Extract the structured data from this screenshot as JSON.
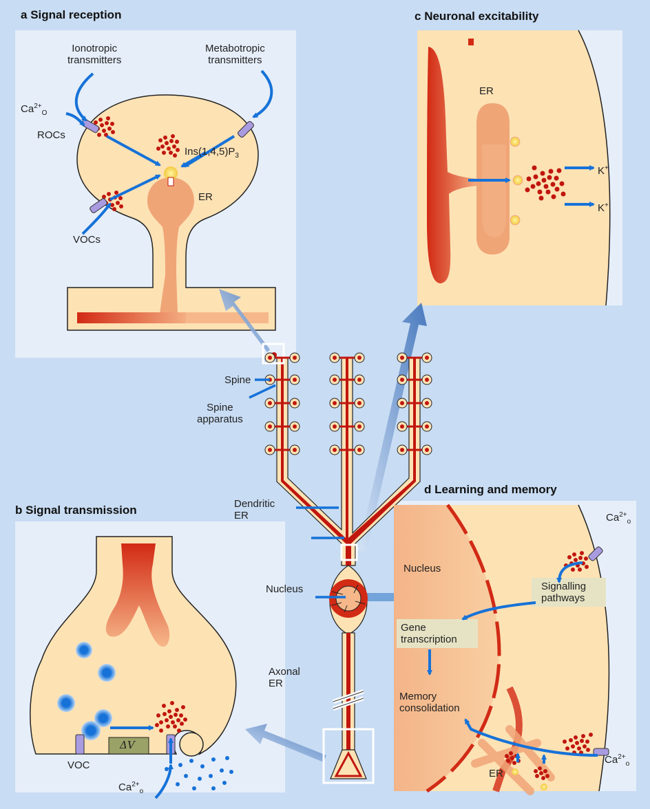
{
  "panels": {
    "a": {
      "letter": "a",
      "title": "Signal reception"
    },
    "b": {
      "letter": "b",
      "title": "Signal transmission"
    },
    "c": {
      "letter": "c",
      "title": "Neuronal excitability"
    },
    "d": {
      "letter": "d",
      "title": "Learning and memory"
    }
  },
  "labels": {
    "a_ionotropic": [
      "Ionotropic",
      "transmitters"
    ],
    "a_metabotropic": [
      "Metabotropic",
      "transmitters"
    ],
    "a_ca_out": {
      "base": "Ca",
      "sup": "2+",
      "sub": "O"
    },
    "a_rocs": "ROCs",
    "a_ip3": {
      "base": "Ins(1,4,5)P",
      "sub": "3"
    },
    "a_er": "ER",
    "a_vocs": "VOCs",
    "c_er": "ER",
    "c_k1": {
      "base": "K",
      "sup": "+"
    },
    "c_k2": {
      "base": "K",
      "sup": "+"
    },
    "center_spine": "Spine",
    "center_spine_apparatus": [
      "Spine",
      "apparatus"
    ],
    "center_dendritic_er": [
      "Dendritic",
      "ER"
    ],
    "center_nucleus": "Nucleus",
    "center_axonal_er": [
      "Axonal",
      "ER"
    ],
    "b_voc": "VOC",
    "b_delta_v": "ΔV",
    "b_ca_out": {
      "base": "Ca",
      "sup": "2+",
      "sub": "o"
    },
    "d_nucleus": "Nucleus",
    "d_ca_out1": {
      "base": "Ca",
      "sup": "2+",
      "sub": "o"
    },
    "d_signalling": [
      "Signalling",
      "pathways"
    ],
    "d_gene": [
      "Gene",
      "transcription"
    ],
    "d_memory": [
      "Memory",
      "consolidation"
    ],
    "d_ca_out2": {
      "base": "Ca",
      "sup": "2+",
      "sub": "o"
    },
    "d_er": "ER"
  },
  "colors": {
    "background": "#c8dcf3",
    "panel": "#e6eef9",
    "cytoplasm": "#fde2b4",
    "er": "#f0a577",
    "er_dark": "#d12a15",
    "calcium": "#c0160e",
    "arrow": "#1672d8",
    "channel": "#a99be0",
    "label_box": "#e6e3c4",
    "delta_box": "#9aa267"
  }
}
